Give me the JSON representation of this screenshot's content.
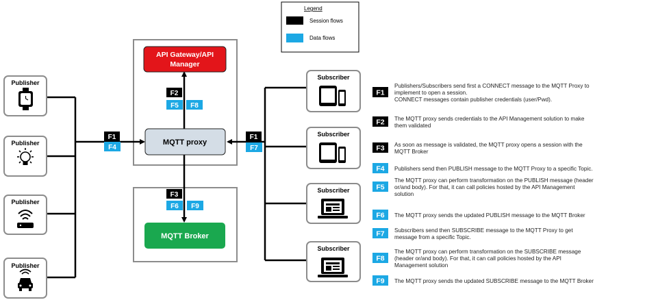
{
  "legend": {
    "title": "Legend",
    "session_label": "Session flows",
    "data_label": "Data flows",
    "session_color": "#000000",
    "data_color": "#1ca8e4"
  },
  "nodes": {
    "gateway_line1": "API Gateway/API",
    "gateway_line2": "Manager",
    "proxy": "MQTT proxy",
    "broker": "MQTT Broker",
    "publisher": "Publisher",
    "subscriber": "Subscriber"
  },
  "publishers": [
    {
      "label": "Publisher",
      "icon": "smartwatch-icon"
    },
    {
      "label": "Publisher",
      "icon": "smart-bulb-icon"
    },
    {
      "label": "Publisher",
      "icon": "wifi-router-icon"
    },
    {
      "label": "Publisher",
      "icon": "connected-car-icon"
    }
  ],
  "subscribers": [
    {
      "label": "Subscriber",
      "icon": "tablet-phone-icon"
    },
    {
      "label": "Subscriber",
      "icon": "tablet-phone-icon"
    },
    {
      "label": "Subscriber",
      "icon": "laptop-icon"
    },
    {
      "label": "Subscriber",
      "icon": "laptop-icon"
    }
  ],
  "flow_tags": {
    "f1": "F1",
    "f2": "F2",
    "f3": "F3",
    "f4": "F4",
    "f5": "F5",
    "f6": "F6",
    "f7": "F7",
    "f8": "F8",
    "f9": "F9"
  },
  "descriptions": [
    {
      "tag": "F1",
      "kind": "session",
      "lines": [
        "Publishers/Subscribers send first a CONNECT message to the MQTT Proxy to",
        "implement to open a session.",
        "CONNECT messages contain publisher credentials (user/Pwd)."
      ]
    },
    {
      "tag": "F2",
      "kind": "session",
      "lines": [
        "The MQTT proxy sends credentials to the API Management solution to make",
        "them validated"
      ]
    },
    {
      "tag": "F3",
      "kind": "session",
      "lines": [
        "As soon as message is validated, the MQTT proxy opens a session with the",
        "MQTT Broker"
      ]
    },
    {
      "tag": "F4",
      "kind": "data",
      "lines": [
        "Publishers send then PUBLISH message to the MQTT Proxy to a specific Topic."
      ]
    },
    {
      "tag": "F5",
      "kind": "data",
      "lines": [
        "The MQTT proxy can perform  transformation on the PUBLISH message (header",
        "or/and body). For that, it can call policies hosted by the API Management",
        "solution"
      ]
    },
    {
      "tag": "F6",
      "kind": "data",
      "lines": [
        "The MQTT proxy sends the updated PUBLISH message to the MQTT Broker"
      ]
    },
    {
      "tag": "F7",
      "kind": "data",
      "lines": [
        "Subscribers send then SUBSCRIBE message to the MQTT Proxy to get",
        "message from a specific Topic."
      ]
    },
    {
      "tag": "F8",
      "kind": "data",
      "lines": [
        "The MQTT proxy can perform transformation on the SUBSCRIBE message",
        "(header or/and body). For that, it can call policies hosted by the API",
        "Management solution"
      ]
    },
    {
      "tag": "F9",
      "kind": "data",
      "lines": [
        "The MQTT proxy sends the updated SUBSCRIBE message to the MQTT Broker"
      ]
    }
  ],
  "colors": {
    "gateway": "#e3151a",
    "broker": "#1aa84f",
    "proxy_fill": "#d4dde6",
    "frame": "#8c8c8c",
    "data_blue": "#1ca8e4"
  }
}
